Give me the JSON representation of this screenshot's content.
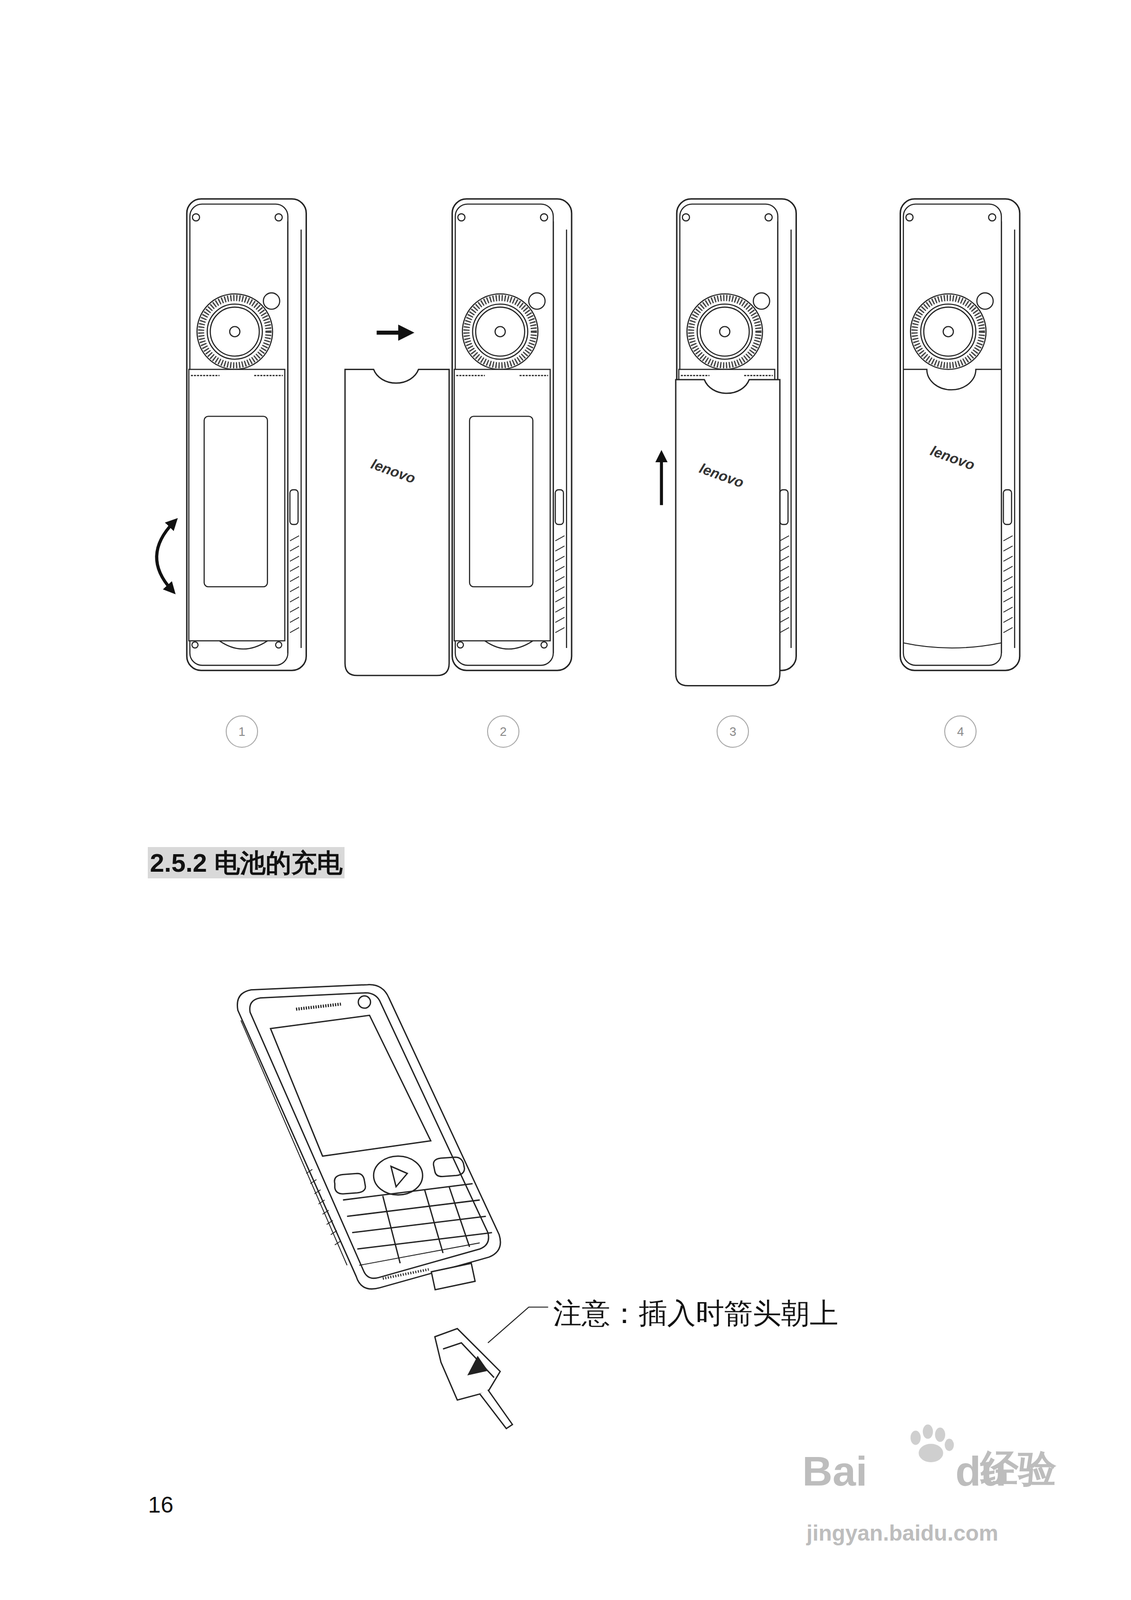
{
  "diagram": {
    "title": "2.5.2 电池的充电",
    "nodes": [
      {
        "text": [
          "1"
        ]
      },
      {
        "text": [
          "2"
        ]
      },
      {
        "text": [
          "3"
        ]
      },
      {
        "text": [
          "4"
        ]
      }
    ],
    "labels": [
      "注意：插入时箭头朝上",
      "lenovo",
      "lenovo",
      "lenovo",
      "16",
      "Bai",
      "du",
      "经验",
      "jingyan.baidu.com"
    ]
  }
}
